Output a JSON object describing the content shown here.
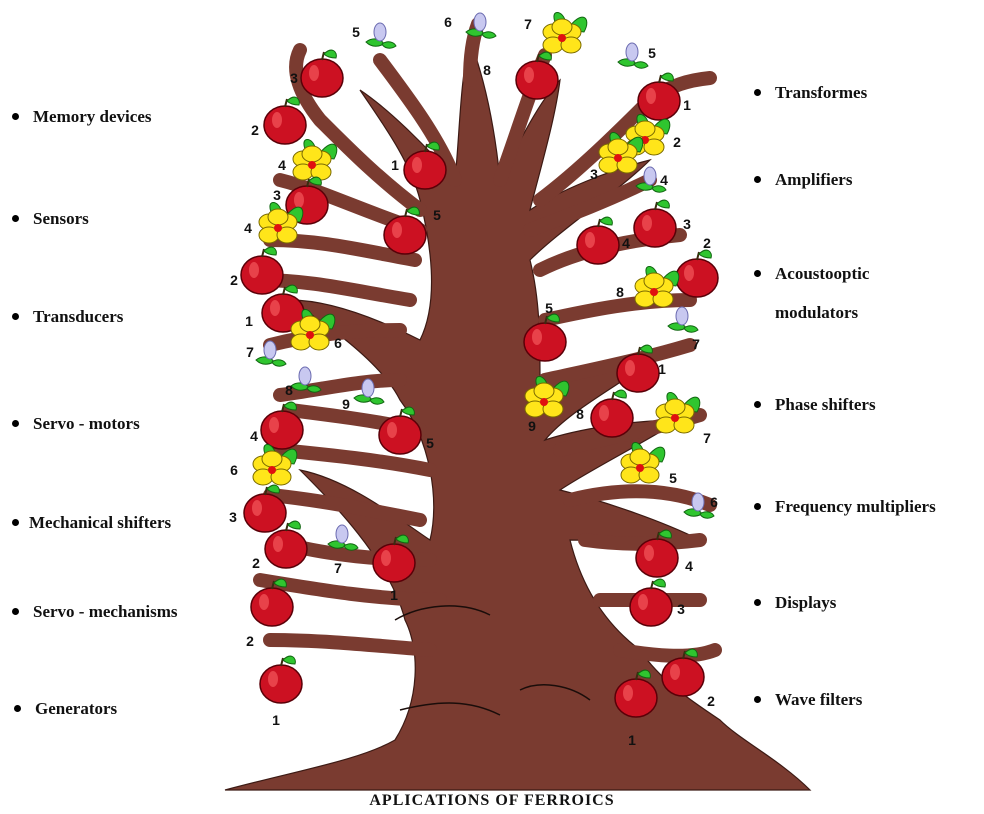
{
  "caption": "APLICATIONS  OF  FERROICS",
  "left_applications": [
    {
      "label": "Memory devices"
    },
    {
      "label": "Sensors"
    },
    {
      "label": "Transducers"
    },
    {
      "label": "Servo - motors"
    },
    {
      "label": "Mechanical shifters"
    },
    {
      "label": "Servo - mechanisms"
    },
    {
      "label": "Generators"
    }
  ],
  "right_applications": [
    {
      "label": "Transformes"
    },
    {
      "label": "Amplifiers"
    },
    {
      "label": "Acoustooptic",
      "label2": "modulators"
    },
    {
      "label": "Phase shifters"
    },
    {
      "label": "Frequency multipliers"
    },
    {
      "label": "Displays"
    },
    {
      "label": "Wave filters"
    }
  ],
  "colors": {
    "trunk": "#7a3b30",
    "trunk_outline": "#3c1a14",
    "apple": "#cc1122",
    "apple_highlight": "#ff6b6b",
    "leaf": "#2fc52f",
    "flower_petal": "#ffe51a",
    "flower_center": "#e01010",
    "bud": "#c8c8f0"
  },
  "tree_items": [
    {
      "kind": "apple",
      "n": "3"
    },
    {
      "kind": "apple",
      "n": "2"
    },
    {
      "kind": "flower",
      "n": "4"
    },
    {
      "kind": "apple",
      "n": "1"
    },
    {
      "kind": "apple",
      "n": "3"
    },
    {
      "kind": "apple",
      "n": "5"
    },
    {
      "kind": "flower",
      "n": "4"
    },
    {
      "kind": "apple",
      "n": "2"
    },
    {
      "kind": "apple",
      "n": "1"
    },
    {
      "kind": "flower",
      "n": "6"
    },
    {
      "kind": "bud",
      "n": "7"
    },
    {
      "kind": "bud",
      "n": "8"
    },
    {
      "kind": "bud",
      "n": "9"
    },
    {
      "kind": "apple",
      "n": "4"
    },
    {
      "kind": "apple",
      "n": "5"
    },
    {
      "kind": "flower",
      "n": "6"
    },
    {
      "kind": "apple",
      "n": "3"
    },
    {
      "kind": "apple",
      "n": "2"
    },
    {
      "kind": "bud",
      "n": "7"
    },
    {
      "kind": "apple",
      "n": "1"
    },
    {
      "kind": "apple",
      "n": "2"
    },
    {
      "kind": "apple",
      "n": "1"
    },
    {
      "kind": "bud",
      "n": "5"
    },
    {
      "kind": "bud",
      "n": "6"
    },
    {
      "kind": "flower",
      "n": "7"
    },
    {
      "kind": "apple",
      "n": "8"
    },
    {
      "kind": "bud",
      "n": "5"
    },
    {
      "kind": "apple",
      "n": "1"
    },
    {
      "kind": "flower",
      "n": "2"
    },
    {
      "kind": "flower",
      "n": "3"
    },
    {
      "kind": "bud",
      "n": "4"
    },
    {
      "kind": "apple",
      "n": "3"
    },
    {
      "kind": "apple",
      "n": "4"
    },
    {
      "kind": "apple",
      "n": "2"
    },
    {
      "kind": "flower",
      "n": "8"
    },
    {
      "kind": "bud",
      "n": "7"
    },
    {
      "kind": "apple",
      "n": "5"
    },
    {
      "kind": "apple",
      "n": "1"
    },
    {
      "kind": "flower",
      "n": "9"
    },
    {
      "kind": "apple",
      "n": "8"
    },
    {
      "kind": "flower",
      "n": "7"
    },
    {
      "kind": "flower",
      "n": "5"
    },
    {
      "kind": "bud",
      "n": "6"
    },
    {
      "kind": "apple",
      "n": "4"
    },
    {
      "kind": "apple",
      "n": "3"
    },
    {
      "kind": "apple",
      "n": "2"
    },
    {
      "kind": "apple",
      "n": "1"
    }
  ]
}
